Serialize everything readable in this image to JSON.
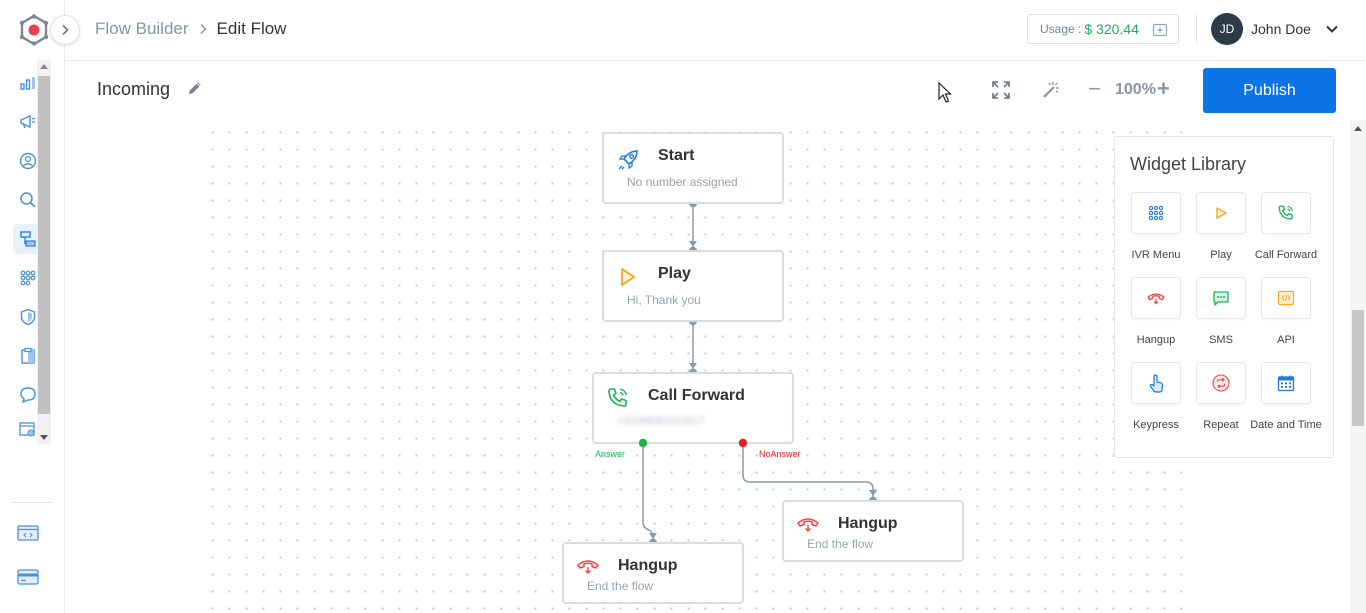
{
  "header": {
    "breadcrumb_root": "Flow Builder",
    "breadcrumb_current": "Edit Flow",
    "usage_label": "Usage :",
    "usage_amount": "$ 320.44",
    "user_initials": "JD",
    "user_name": "John Doe"
  },
  "toolbar": {
    "flow_name": "Incoming",
    "zoom_value": "100%",
    "zoom_minus": "−",
    "zoom_plus": "+",
    "publish_label": "Publish"
  },
  "nodes": {
    "start": {
      "title": "Start",
      "subtitle": "No number assigned"
    },
    "play": {
      "title": "Play",
      "subtitle": "Hi, Thank you"
    },
    "call_forward": {
      "title": "Call Forward",
      "subtitle": "+919408191817",
      "port_answer": "Answer",
      "port_noanswer": "NoAnswer"
    },
    "hangup_right": {
      "title": "Hangup",
      "subtitle": "End the flow"
    },
    "hangup_bottom": {
      "title": "Hangup",
      "subtitle": "End the flow"
    }
  },
  "widget_library": {
    "title": "Widget Library",
    "items": [
      {
        "label": "IVR Menu",
        "icon": "ivr-grid-icon"
      },
      {
        "label": "Play",
        "icon": "play-icon"
      },
      {
        "label": "Call Forward",
        "icon": "phone-forward-icon"
      },
      {
        "label": "Hangup",
        "icon": "hangup-icon"
      },
      {
        "label": "SMS",
        "icon": "sms-icon"
      },
      {
        "label": "API",
        "icon": "api-code-icon"
      },
      {
        "label": "Keypress",
        "icon": "keypress-icon"
      },
      {
        "label": "Repeat",
        "icon": "repeat-icon"
      },
      {
        "label": "Date and Time",
        "icon": "calendar-icon"
      }
    ]
  },
  "colors": {
    "accent": "#0d74e6",
    "usage_green": "#1db35a",
    "answer_green": "#1fb34c",
    "noanswer_red": "#e02424",
    "hangup_red": "#e84a4a",
    "play_orange": "#f5a623",
    "call_green": "#1db35a",
    "connector": "#8a98aa"
  }
}
